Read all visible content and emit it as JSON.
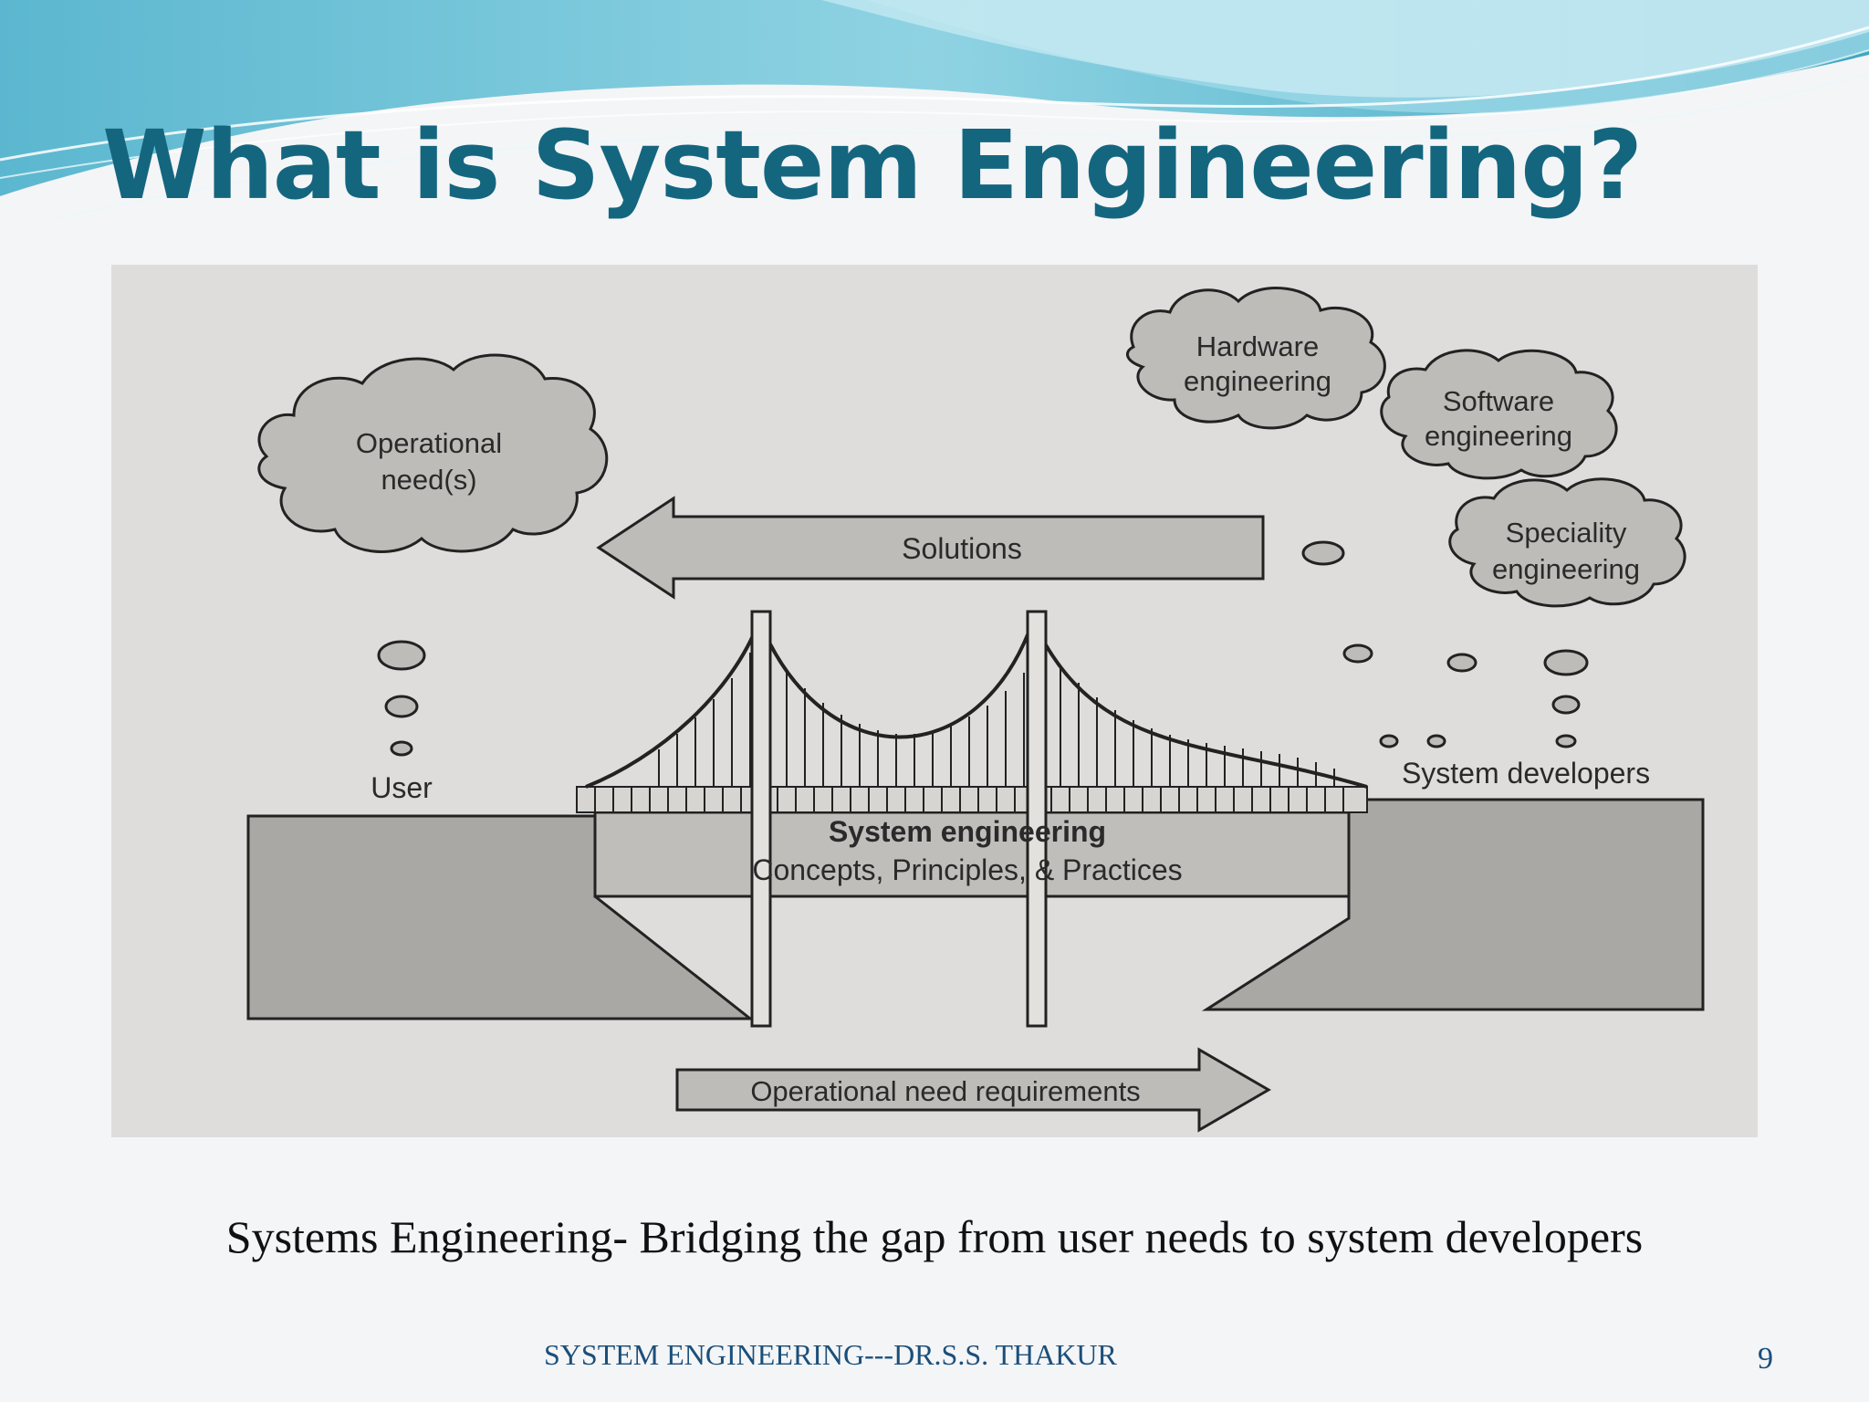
{
  "slide": {
    "title": "What is System Engineering?",
    "caption": "Systems Engineering- Bridging the gap from user needs to system developers",
    "footer": "SYSTEM ENGINEERING---DR.S.S. THAKUR",
    "page_number": "9"
  },
  "figure": {
    "clouds": {
      "operational_need": [
        "Operational",
        "need(s)"
      ],
      "hardware": [
        "Hardware",
        "engineering"
      ],
      "software": [
        "Software",
        "engineering"
      ],
      "speciality": [
        "Speciality",
        "engineering"
      ]
    },
    "labels": {
      "user": "User",
      "system_developers": "System developers",
      "solutions": "Solutions",
      "requirements": "Operational need requirements",
      "bridge_title": "System engineering",
      "bridge_subtitle": "Concepts, Principles, & Practices"
    }
  },
  "colors": {
    "title": "#14667f",
    "footer": "#1b4f7a",
    "figure_background": "#dedddb",
    "figure_fill": "#a9a8a4",
    "wave_light": "#bfe6ef",
    "wave_mid": "#7fcadc",
    "wave_dark": "#4fb1c9"
  }
}
